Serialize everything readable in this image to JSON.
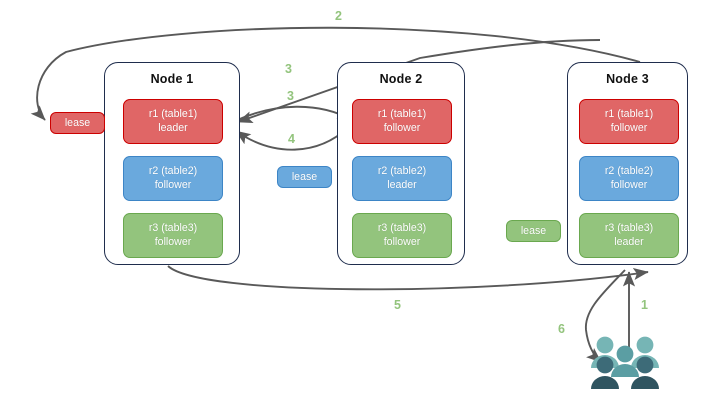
{
  "diagram": {
    "title": "distributed-lease-replication-flow",
    "colors": {
      "edge": "#595959",
      "node_border": "#1f2d4d",
      "red": "#e06666",
      "red_border": "#cc0000",
      "blue": "#6aa9dd",
      "blue_border": "#3d85c6",
      "green": "#93c47d",
      "green_border": "#6aa84f",
      "step_label": "#93c47d",
      "users_light": "#76b5b5",
      "users_mid": "#5b9ea3",
      "users_dark": "#3d6b78",
      "users_darker": "#2f5460"
    },
    "nodes": [
      {
        "title": "Node 1",
        "replicas": [
          {
            "name": "r1 (table1)",
            "role": "leader",
            "color": "red"
          },
          {
            "name": "r2 (table2)",
            "role": "follower",
            "color": "blue"
          },
          {
            "name": "r3 (table3)",
            "role": "follower",
            "color": "green"
          }
        ]
      },
      {
        "title": "Node 2",
        "replicas": [
          {
            "name": "r1 (table1)",
            "role": "follower",
            "color": "red"
          },
          {
            "name": "r2 (table2)",
            "role": "leader",
            "color": "blue"
          },
          {
            "name": "r3 (table3)",
            "role": "follower",
            "color": "green"
          }
        ]
      },
      {
        "title": "Node 3",
        "replicas": [
          {
            "name": "r1 (table1)",
            "role": "follower",
            "color": "red"
          },
          {
            "name": "r2 (table2)",
            "role": "follower",
            "color": "blue"
          },
          {
            "name": "r3 (table3)",
            "role": "leader",
            "color": "green"
          }
        ]
      }
    ],
    "leases": [
      {
        "label": "lease",
        "color": "red"
      },
      {
        "label": "lease",
        "color": "blue"
      },
      {
        "label": "lease",
        "color": "green"
      }
    ],
    "steps": [
      {
        "label": "1",
        "meaning": "client request to Node 3"
      },
      {
        "label": "2",
        "meaning": "Node 3 to table1 lease"
      },
      {
        "label": "3",
        "meaning": "Node 3 to Node 1 r1 leader"
      },
      {
        "label": "3",
        "meaning": "Node 1 r1 leader to Node 2 r1 follower"
      },
      {
        "label": "4",
        "meaning": "Node 2 r1 follower to Node 1 r1 leader"
      },
      {
        "label": "5",
        "meaning": "Node 1 to Node 3"
      },
      {
        "label": "6",
        "meaning": "Node 3 response to client"
      }
    ],
    "users": {
      "icon": "users-icon",
      "people_count": 5
    }
  }
}
